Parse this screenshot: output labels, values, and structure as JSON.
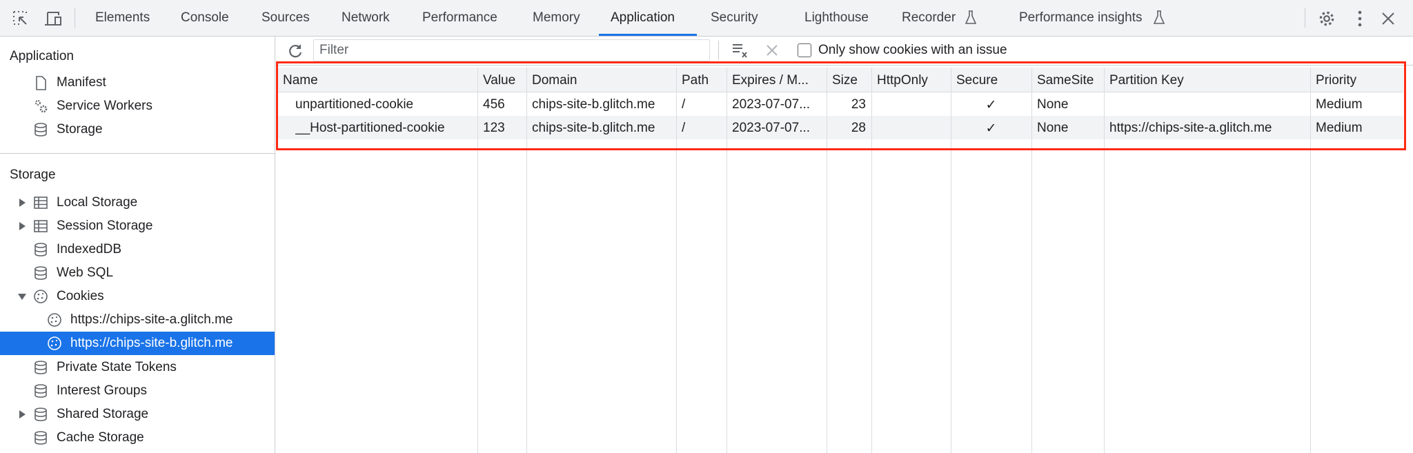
{
  "toolbar": {
    "tabs": [
      "Elements",
      "Console",
      "Sources",
      "Network",
      "Performance",
      "Memory",
      "Application",
      "Security",
      "Lighthouse",
      "Recorder",
      "Performance insights"
    ],
    "active_tab": "Application"
  },
  "sidebar": {
    "application_header": "Application",
    "application_items": [
      "Manifest",
      "Service Workers",
      "Storage"
    ],
    "storage_header": "Storage",
    "storage_items": [
      "Local Storage",
      "Session Storage",
      "IndexedDB",
      "Web SQL",
      "Cookies"
    ],
    "cookie_children": [
      "https://chips-site-a.glitch.me",
      "https://chips-site-b.glitch.me"
    ],
    "selected": "https://chips-site-b.glitch.me",
    "more_items": [
      "Private State Tokens",
      "Interest Groups",
      "Shared Storage",
      "Cache Storage"
    ]
  },
  "filterbar": {
    "filter_placeholder": "Filter",
    "only_issue_label": "Only show cookies with an issue",
    "only_issue_checked": false
  },
  "table": {
    "columns": [
      "Name",
      "Value",
      "Domain",
      "Path",
      "Expires / M...",
      "Size",
      "HttpOnly",
      "Secure",
      "SameSite",
      "Partition Key",
      "Priority"
    ],
    "rows": [
      [
        "unpartitioned-cookie",
        "456",
        "chips-site-b.glitch.me",
        "/",
        "2023-07-07...",
        "23",
        "",
        "✓",
        "None",
        "",
        "Medium"
      ],
      [
        "__Host-partitioned-cookie",
        "123",
        "chips-site-b.glitch.me",
        "/",
        "2023-07-07...",
        "28",
        "",
        "✓",
        "None",
        "https://chips-site-a.glitch.me",
        "Medium"
      ]
    ]
  },
  "colors": {
    "accent": "#1a73e8",
    "highlight_box": "#ff2a14"
  }
}
